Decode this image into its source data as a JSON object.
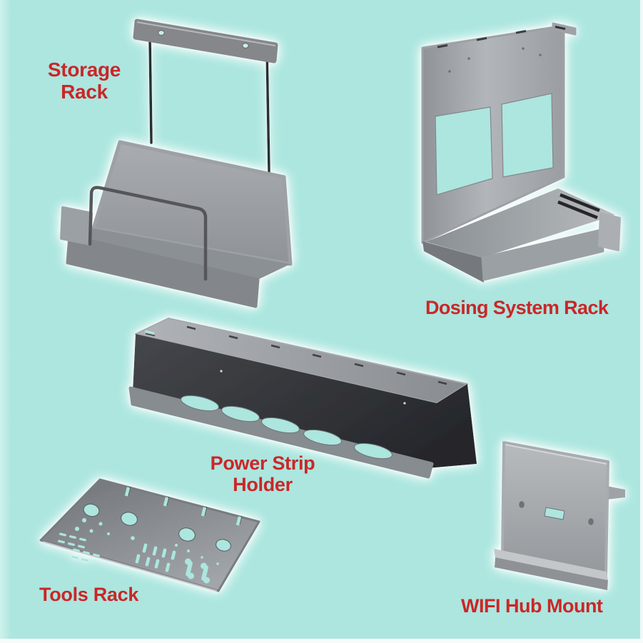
{
  "canvas": {
    "background_color": "#ace6df",
    "label_color": "#cb2628",
    "metal_color": "#9aa0a4",
    "metal_dark_color": "#35373b",
    "halo_color": "#ffffff"
  },
  "products": {
    "storage_rack": {
      "name": "Storage Rack",
      "label_lines": [
        "Storage",
        "Rack"
      ]
    },
    "dosing_system_rack": {
      "name": "Dosing System Rack",
      "label_lines": [
        "Dosing System Rack"
      ]
    },
    "power_strip_holder": {
      "name": "Power Strip Holder",
      "label_lines": [
        "Power Strip",
        "Holder"
      ]
    },
    "tools_rack": {
      "name": "Tools Rack",
      "label_lines": [
        "Tools Rack"
      ]
    },
    "wifi_hub_mount": {
      "name": "WIFI Hub Mount",
      "label_lines": [
        "WIFI Hub Mount"
      ]
    }
  }
}
